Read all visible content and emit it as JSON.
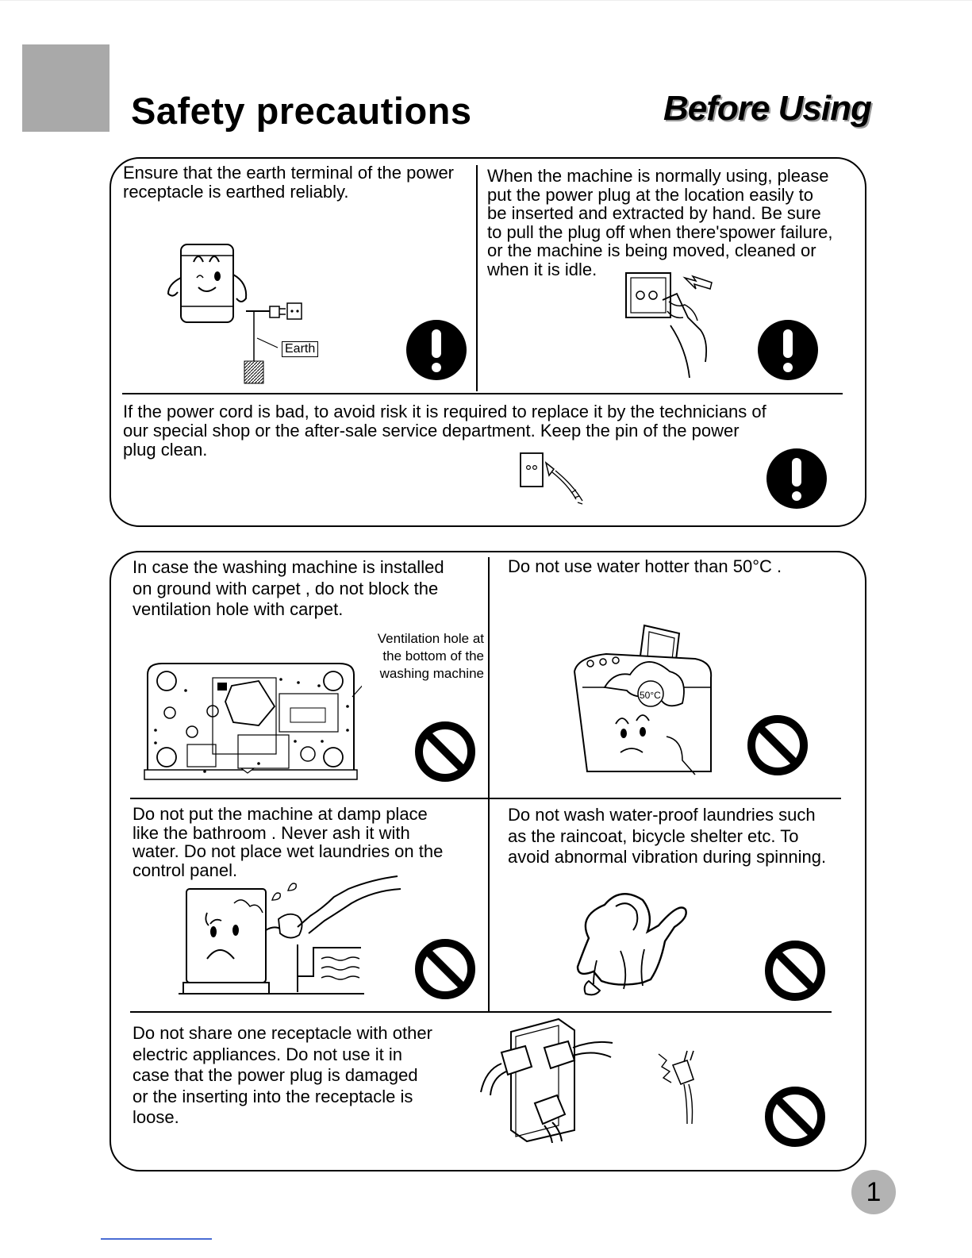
{
  "header": {
    "title": "Safety precautions",
    "subtitle": "Before Using"
  },
  "panel1": {
    "cell_earth": {
      "text": "Ensure that the earth terminal of the power\nreceptacle is earthed reliably.",
      "label": "Earth",
      "icon": "mandatory-exclamation-icon"
    },
    "cell_plug": {
      "text": "When the machine is normally using, please\nput  the power plug  at the location easily to\nbe inserted and extracted by hand. Be sure\nto pull the plug off when there'spower failure,\nor the machine is being moved, cleaned or\nwhen it is idle.",
      "icon": "mandatory-exclamation-icon"
    },
    "cell_cord": {
      "text": "If  the power cord is bad, to avoid risk it is required to replace it by the technicians of\nour special shop or the after-sale service department. Keep the pin of the power\nplug clean.",
      "icon": "mandatory-exclamation-icon"
    }
  },
  "panel2": {
    "cell_carpet": {
      "text": "In case the washing  machine is  installed\non  ground  with  carpet ,  do not block the\nventilation  hole  with  carpet.",
      "label": "Ventilation hole at\nthe  bottom of the\nwashing machine",
      "icon": "prohibited-icon"
    },
    "cell_water": {
      "text": "Do not use water hotter than 50°C .",
      "label": "50°C",
      "icon": "prohibited-icon"
    },
    "cell_damp": {
      "text": "Do  not  put  the  machine  at  damp  place\nlike  the  bathroom .  Never    ash  it   with\nwater. Do not place wet laundries on the\ncontrol panel.",
      "icon": "prohibited-icon"
    },
    "cell_waterproof": {
      "text": "Do not wash water-proof laundries such\n as the raincoat, bicycle shelter etc.  To\n avoid abnormal vibration during spinning.",
      "icon": "prohibited-icon"
    },
    "cell_share": {
      "text": "Do not share one receptacle with other\nelectric  appliances.   Do  not  use it in\ncase that the power  plug is damaged\nor  the inserting  into the receptacle is\nloose.",
      "icon": "prohibited-icon"
    }
  },
  "footer": {
    "page_number": "1"
  }
}
